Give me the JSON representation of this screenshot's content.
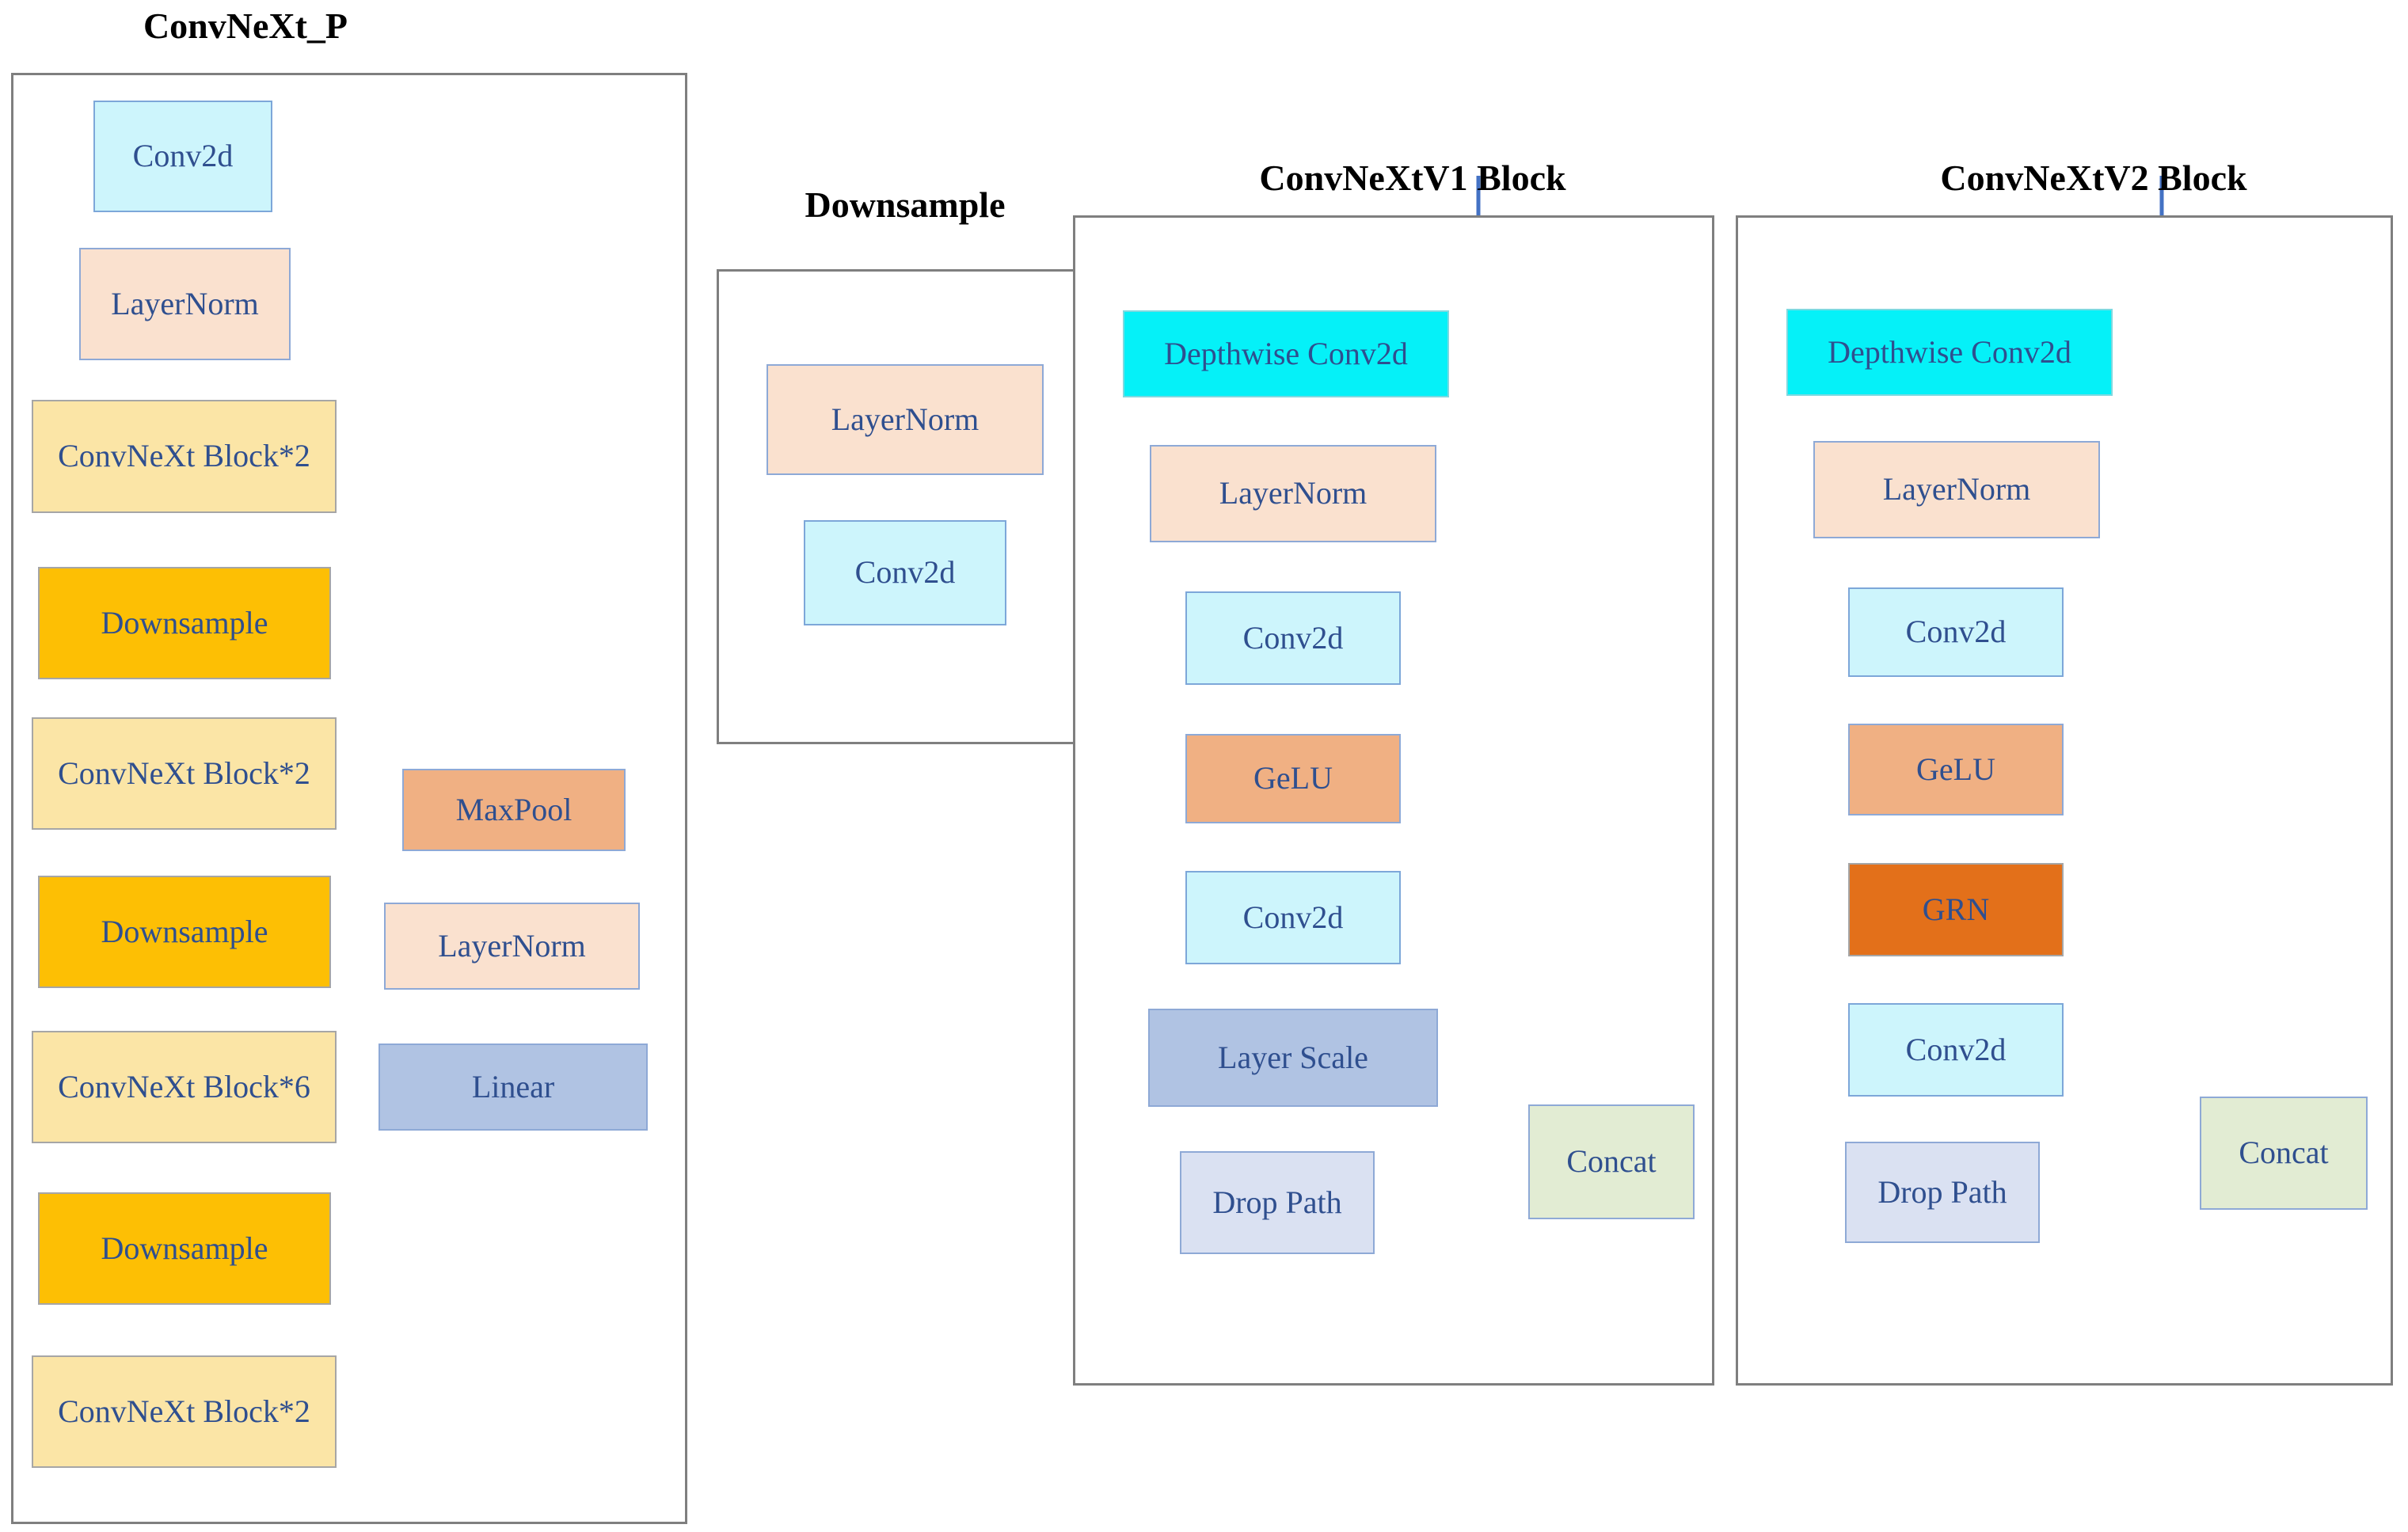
{
  "diagram": {
    "type": "neural-network-architecture",
    "accent_colors": {
      "conv2d": "#cdf5fc",
      "layernorm": "#fae1cf",
      "convnext_block": "#fbe5a6",
      "downsample": "#fdbf04",
      "maxpool": "#f0b083",
      "linear": "#b0c3e3",
      "depthwise_conv2d": "#05f1f8",
      "grn": "#e3701a",
      "concat": "#e2ecd3",
      "drop_path": "#dae1f2",
      "arrow": "#4472c4",
      "panel_border": "#7f7f7f"
    },
    "panels": [
      {
        "id": "convnext_p",
        "title": "ConvNeXt_P",
        "nodes": [
          {
            "name": "conv2d",
            "label": "Conv2d"
          },
          {
            "name": "layernorm",
            "label": "LayerNorm"
          },
          {
            "name": "convnext-block-2a",
            "label": "ConvNeXt Block*2"
          },
          {
            "name": "downsample-1",
            "label": "Downsample"
          },
          {
            "name": "convnext-block-2b",
            "label": "ConvNeXt Block*2"
          },
          {
            "name": "downsample-2",
            "label": "Downsample"
          },
          {
            "name": "convnext-block-6",
            "label": "ConvNeXt Block*6"
          },
          {
            "name": "downsample-3",
            "label": "Downsample"
          },
          {
            "name": "convnext-block-2c",
            "label": "ConvNeXt Block*2"
          },
          {
            "name": "maxpool",
            "label": "MaxPool"
          },
          {
            "name": "layernorm-head",
            "label": "LayerNorm"
          },
          {
            "name": "linear",
            "label": "Linear"
          }
        ]
      },
      {
        "id": "downsample",
        "title": "Downsample",
        "nodes": [
          {
            "name": "layernorm",
            "label": "LayerNorm"
          },
          {
            "name": "conv2d",
            "label": "Conv2d"
          }
        ]
      },
      {
        "id": "convnextv1_block",
        "title": "ConvNeXtV1 Block",
        "nodes": [
          {
            "name": "depthwise-conv2d",
            "label": "Depthwise Conv2d"
          },
          {
            "name": "layernorm",
            "label": "LayerNorm"
          },
          {
            "name": "conv2d-1",
            "label": "Conv2d"
          },
          {
            "name": "gelu",
            "label": "GeLU"
          },
          {
            "name": "conv2d-2",
            "label": "Conv2d"
          },
          {
            "name": "layer-scale",
            "label": "Layer Scale"
          },
          {
            "name": "drop-path",
            "label": "Drop Path"
          },
          {
            "name": "concat",
            "label": "Concat"
          }
        ]
      },
      {
        "id": "convnextv2_block",
        "title": "ConvNeXtV2 Block",
        "nodes": [
          {
            "name": "depthwise-conv2d",
            "label": "Depthwise Conv2d"
          },
          {
            "name": "layernorm",
            "label": "LayerNorm"
          },
          {
            "name": "conv2d-1",
            "label": "Conv2d"
          },
          {
            "name": "gelu",
            "label": "GeLU"
          },
          {
            "name": "grn",
            "label": "GRN"
          },
          {
            "name": "conv2d-2",
            "label": "Conv2d"
          },
          {
            "name": "drop-path",
            "label": "Drop Path"
          },
          {
            "name": "concat",
            "label": "Concat"
          }
        ]
      }
    ]
  }
}
